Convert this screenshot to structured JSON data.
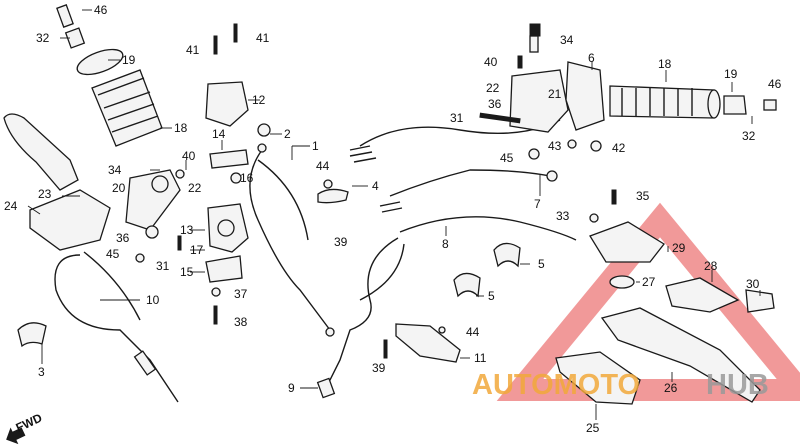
{
  "labels": [
    "1",
    "2",
    "3",
    "4",
    "5",
    "5",
    "6",
    "7",
    "8",
    "9",
    "10",
    "11",
    "12",
    "13",
    "14",
    "15",
    "16",
    "17",
    "18",
    "18",
    "19",
    "19",
    "20",
    "21",
    "22",
    "22",
    "23",
    "24",
    "25",
    "26",
    "27",
    "28",
    "29",
    "30",
    "31",
    "31",
    "32",
    "32",
    "33",
    "34",
    "34",
    "35",
    "36",
    "36",
    "37",
    "38",
    "39",
    "39",
    "40",
    "40",
    "41",
    "41",
    "42",
    "43",
    "44",
    "44",
    "45",
    "45",
    "46",
    "46"
  ],
  "watermark": {
    "part1": "AUTOMOTO",
    "part2": "HUB",
    "color_tri": "#e64545",
    "color_text": "#f2a93b",
    "color_hub": "#9a9a9a"
  },
  "fwd_label": "FWD"
}
